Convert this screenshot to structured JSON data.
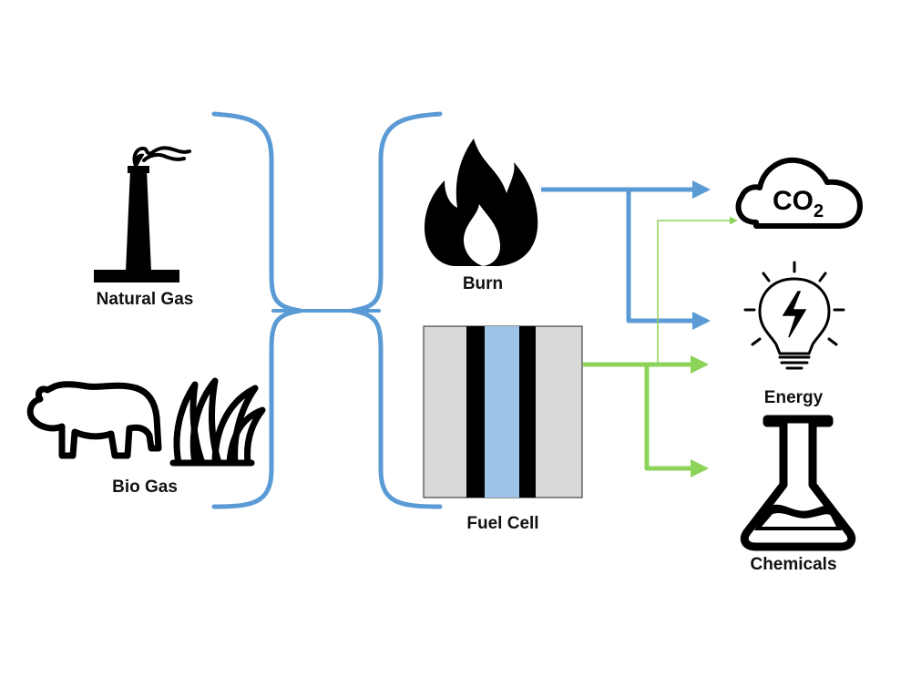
{
  "sources": {
    "natural_gas": "Natural Gas",
    "bio_gas": "Bio Gas"
  },
  "processes": {
    "burn": "Burn",
    "fuel_cell": "Fuel Cell"
  },
  "outputs": {
    "co2": {
      "base": "CO",
      "subscript": "2"
    },
    "energy": "Energy",
    "chemicals": "Chemicals"
  },
  "colors": {
    "blue_line": "#5b9bd5",
    "green_line": "#8dd35a",
    "fuel_cell_gray": "#d9d9d9",
    "fuel_cell_blue": "#9dc3e6",
    "icon_black": "#000000"
  },
  "icons": [
    "factory-chimney-icon",
    "bear-icon",
    "grass-icon",
    "flame-icon",
    "fuel-cell-icon",
    "co2-cloud-icon",
    "lightbulb-bolt-icon",
    "flask-icon"
  ]
}
